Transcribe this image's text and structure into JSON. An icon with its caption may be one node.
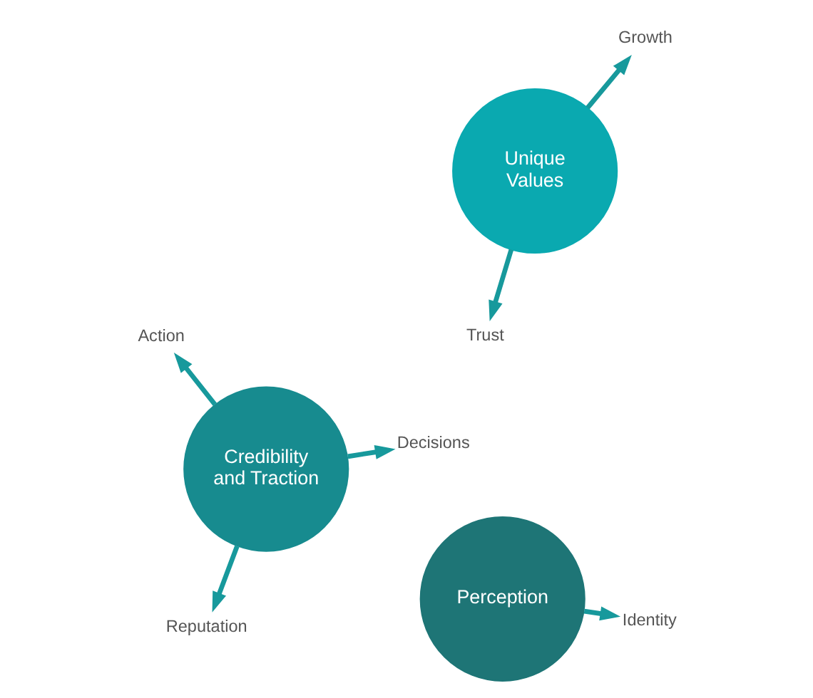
{
  "diagram": {
    "nodes": [
      {
        "text": [
          "Perception"
        ]
      },
      {
        "text": [
          "Credibility and Traction"
        ]
      },
      {
        "text": [
          "Unique Values"
        ]
      },
      {
        "text": [
          "Decisions"
        ]
      },
      {
        "text": [
          "Identity"
        ]
      },
      {
        "text": [
          "Reputation"
        ]
      },
      {
        "text": [
          "Growth"
        ]
      },
      {
        "text": [
          "Action"
        ]
      },
      {
        "text": [
          "Trust"
        ]
      }
    ],
    "edges": [
      {
        "from": 1,
        "to": 3,
        "arrow": "to"
      },
      {
        "from": 0,
        "to": 4,
        "arrow": "to"
      },
      {
        "from": 1,
        "to": 5,
        "arrow": "to"
      },
      {
        "from": 2,
        "to": 6,
        "arrow": "to"
      },
      {
        "from": 1,
        "to": 7,
        "arrow": "to"
      },
      {
        "from": 2,
        "to": 8,
        "arrow": "to"
      }
    ]
  }
}
